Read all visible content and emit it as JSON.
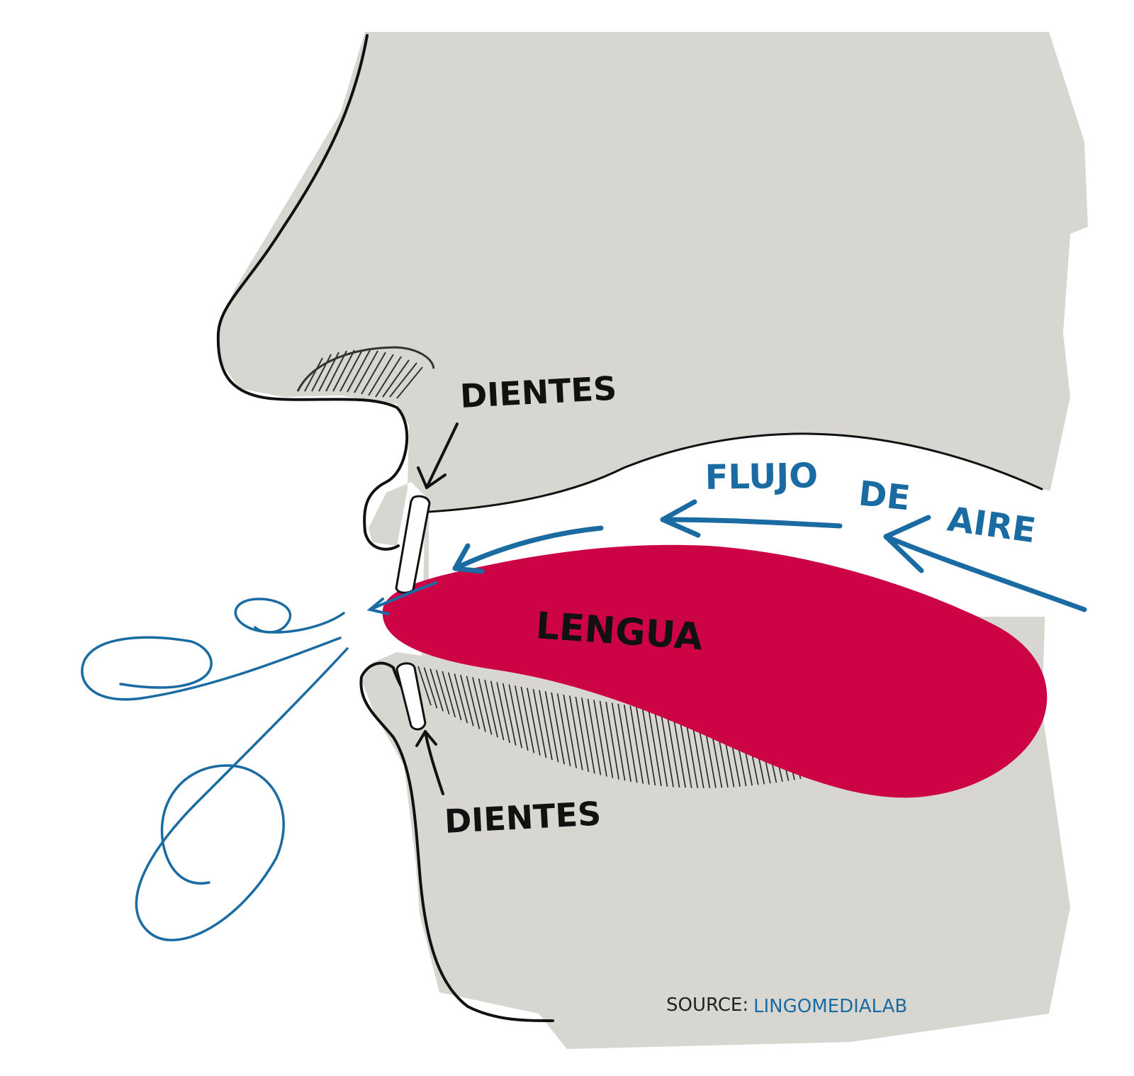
{
  "labels": {
    "upper_teeth": "DIENTES",
    "lower_teeth": "DIENTES",
    "tongue": "LENGUA",
    "airflow": [
      "FLUJO",
      "DE",
      "AIRE"
    ]
  },
  "source": {
    "prefix": "SOURCE:",
    "name": "LINGOMEDIALAB"
  },
  "colors": {
    "face": "#d7d6d1",
    "tongue": "#cc0446",
    "airflow": "#1b6ba3",
    "outline": "#111111",
    "teeth": "#ffffff",
    "mouth_cavity": "#ffffff"
  }
}
